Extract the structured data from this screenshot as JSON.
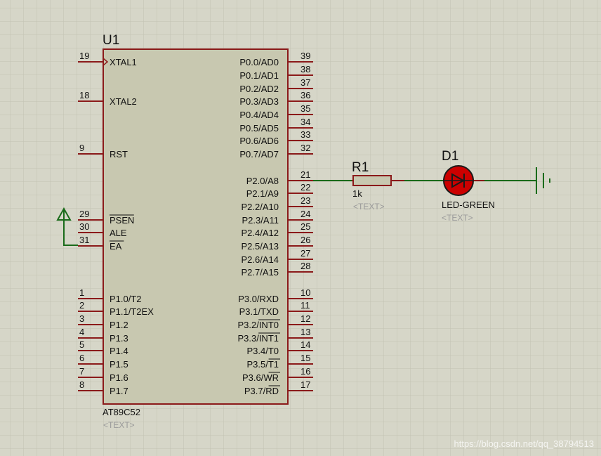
{
  "colors": {
    "background": "#d6d6c8",
    "grid": "#c2c2b2",
    "chip_fill": "#c8c8b0",
    "chip_border": "#8b1a1a",
    "pin": "#8b1a1a",
    "wire": "#1a6b1a",
    "led": "#cc0000"
  },
  "chip": {
    "ref": "U1",
    "part": "AT89C52",
    "text_placeholder": "<TEXT>",
    "left_pins": [
      {
        "num": "19",
        "label": "XTAL1"
      },
      {
        "num": "18",
        "label": "XTAL2"
      },
      {
        "num": "9",
        "label": "RST"
      },
      {
        "num": "29",
        "label": "PSEN"
      },
      {
        "num": "30",
        "label": "ALE"
      },
      {
        "num": "31",
        "label": "EA"
      },
      {
        "num": "1",
        "label": "P1.0/T2"
      },
      {
        "num": "2",
        "label": "P1.1/T2EX"
      },
      {
        "num": "3",
        "label": "P1.2"
      },
      {
        "num": "4",
        "label": "P1.3"
      },
      {
        "num": "5",
        "label": "P1.4"
      },
      {
        "num": "6",
        "label": "P1.5"
      },
      {
        "num": "7",
        "label": "P1.6"
      },
      {
        "num": "8",
        "label": "P1.7"
      }
    ],
    "right_pins": [
      {
        "num": "39",
        "label": "P0.0/AD0"
      },
      {
        "num": "38",
        "label": "P0.1/AD1"
      },
      {
        "num": "37",
        "label": "P0.2/AD2"
      },
      {
        "num": "36",
        "label": "P0.3/AD3"
      },
      {
        "num": "35",
        "label": "P0.4/AD4"
      },
      {
        "num": "34",
        "label": "P0.5/AD5"
      },
      {
        "num": "33",
        "label": "P0.6/AD6"
      },
      {
        "num": "32",
        "label": "P0.7/AD7"
      },
      {
        "num": "21",
        "label": "P2.0/A8"
      },
      {
        "num": "22",
        "label": "P2.1/A9"
      },
      {
        "num": "23",
        "label": "P2.2/A10"
      },
      {
        "num": "24",
        "label": "P2.3/A11"
      },
      {
        "num": "25",
        "label": "P2.4/A12"
      },
      {
        "num": "26",
        "label": "P2.5/A13"
      },
      {
        "num": "27",
        "label": "P2.6/A14"
      },
      {
        "num": "28",
        "label": "P2.7/A15"
      },
      {
        "num": "10",
        "label": "P3.0/RXD"
      },
      {
        "num": "11",
        "label": "P3.1/TXD"
      },
      {
        "num": "12",
        "label": "P3.2/INT0"
      },
      {
        "num": "13",
        "label": "P3.3/INT1"
      },
      {
        "num": "14",
        "label": "P3.4/T0"
      },
      {
        "num": "15",
        "label": "P3.5/T1"
      },
      {
        "num": "16",
        "label": "P3.6/WR"
      },
      {
        "num": "17",
        "label": "P3.7/RD"
      }
    ]
  },
  "resistor": {
    "ref": "R1",
    "value": "1k",
    "text_placeholder": "<TEXT>"
  },
  "led": {
    "ref": "D1",
    "value": "LED-GREEN",
    "text_placeholder": "<TEXT>"
  },
  "watermark": "https://blog.csdn.net/qq_38794513"
}
